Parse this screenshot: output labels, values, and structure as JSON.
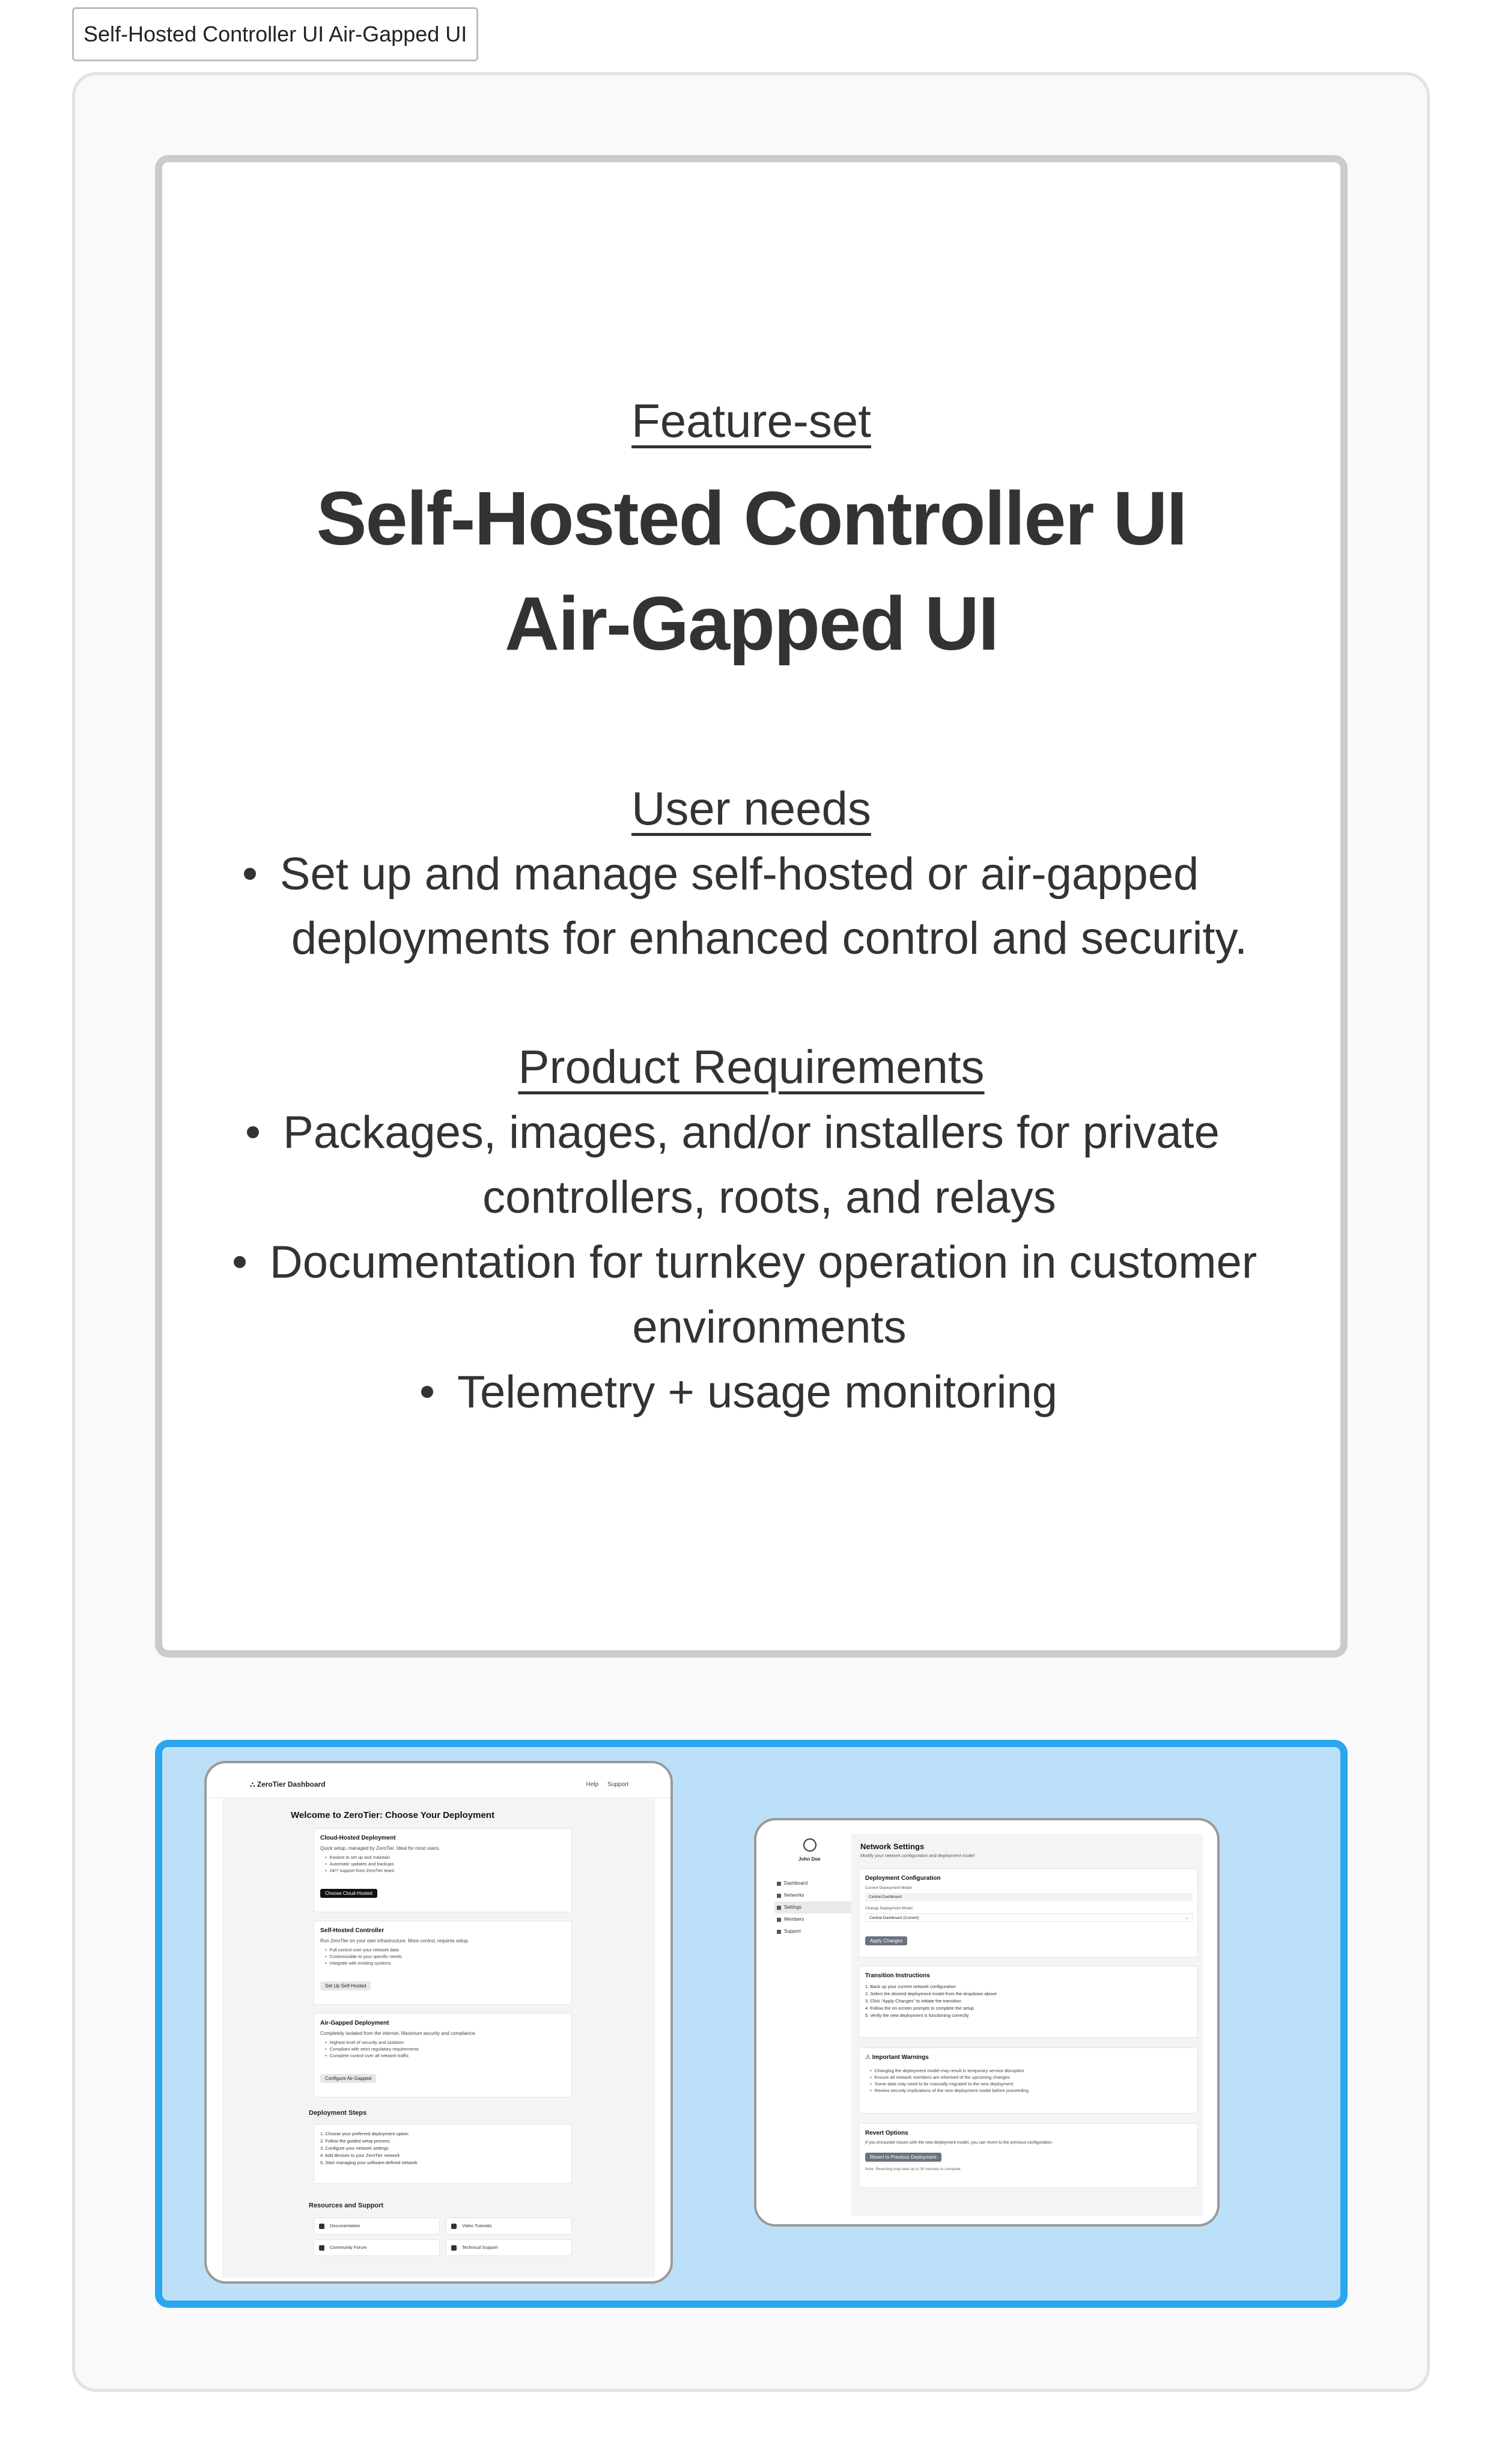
{
  "tab": {
    "title": "Self-Hosted Controller UI Air-Gapped UI"
  },
  "feature": {
    "label": "Feature-set",
    "title_line1": "Self-Hosted Controller UI",
    "title_line2": "Air-Gapped UI",
    "user_needs_heading": "User needs",
    "user_needs_line1": "Set up and manage self-hosted or air-gapped",
    "user_needs_line2": "deployments for enhanced control and security.",
    "product_requirements_heading": "Product Requirements",
    "req1_line1": "Packages, images, and/or installers for private",
    "req1_line2": "controllers, roots, and relays",
    "req2_line1": "Documentation for turnkey operation in customer",
    "req2_line2": "environments",
    "req3": "Telemetry + usage monitoring"
  },
  "mockup1": {
    "logo": "ZeroTier Dashboard",
    "nav": [
      "Help",
      "Support"
    ],
    "title": "Welcome to ZeroTier: Choose Your Deployment",
    "cards": [
      {
        "title": "Cloud-Hosted Deployment",
        "desc": "Quick setup, managed by ZeroTier. Ideal for most users.",
        "items": [
          "Easiest to set up and maintain",
          "Automatic updates and backups",
          "24/7 support from ZeroTier team"
        ],
        "button": "Choose Cloud-Hosted"
      },
      {
        "title": "Self-Hosted Controller",
        "desc": "Run ZeroTier on your own infrastructure. More control, requires setup.",
        "items": [
          "Full control over your network data",
          "Customizable to your specific needs",
          "Integrate with existing systems"
        ],
        "button": "Set Up Self-Hosted"
      },
      {
        "title": "Air-Gapped Deployment",
        "desc": "Completely isolated from the internet. Maximum security and compliance.",
        "items": [
          "Highest level of security and isolation",
          "Compliant with strict regulatory requirements",
          "Complete control over all network traffic"
        ],
        "button": "Configure Air-Gapped"
      }
    ],
    "steps_heading": "Deployment Steps",
    "steps": [
      "1. Choose your preferred deployment option",
      "2. Follow the guided setup process",
      "3. Configure your network settings",
      "4. Add devices to your ZeroTier network",
      "5. Start managing your software-defined network"
    ],
    "resources_heading": "Resources and Support",
    "resources": [
      "Documentation",
      "Video Tutorials",
      "Community Forum",
      "Technical Support"
    ]
  },
  "mockup2": {
    "user": "John Doe",
    "sidebar": [
      "Dashboard",
      "Networks",
      "Settings",
      "Members",
      "Support"
    ],
    "title": "Network Settings",
    "subtitle": "Modify your network configuration and deployment model",
    "config": {
      "heading": "Deployment Configuration",
      "current_label": "Current Deployment Model",
      "current_value": "Central Dashboard",
      "change_label": "Change Deployment Model",
      "change_value": "Central Dashboard (Current)",
      "button": "Apply Changes"
    },
    "transition": {
      "heading": "Transition Instructions",
      "steps": [
        "1. Back up your current network configuration",
        "2. Select the desired deployment model from the dropdown above",
        "3. Click \"Apply Changes\" to initiate the transition",
        "4. Follow the on-screen prompts to complete the setup",
        "5. Verify the new deployment is functioning correctly"
      ]
    },
    "warnings": {
      "heading": "Important Warnings",
      "items": [
        "Changing the deployment model may result in temporary service disruption",
        "Ensure all network members are informed of the upcoming changes",
        "Some data may need to be manually migrated to the new deployment",
        "Review security implications of the new deployment model before proceeding"
      ]
    },
    "revert": {
      "heading": "Revert Options",
      "desc": "If you encounter issues with the new deployment model, you can revert to the previous configuration:",
      "button": "Revert to Previous Deployment",
      "note": "Note: Reverting may take up to 30 minutes to complete."
    }
  }
}
